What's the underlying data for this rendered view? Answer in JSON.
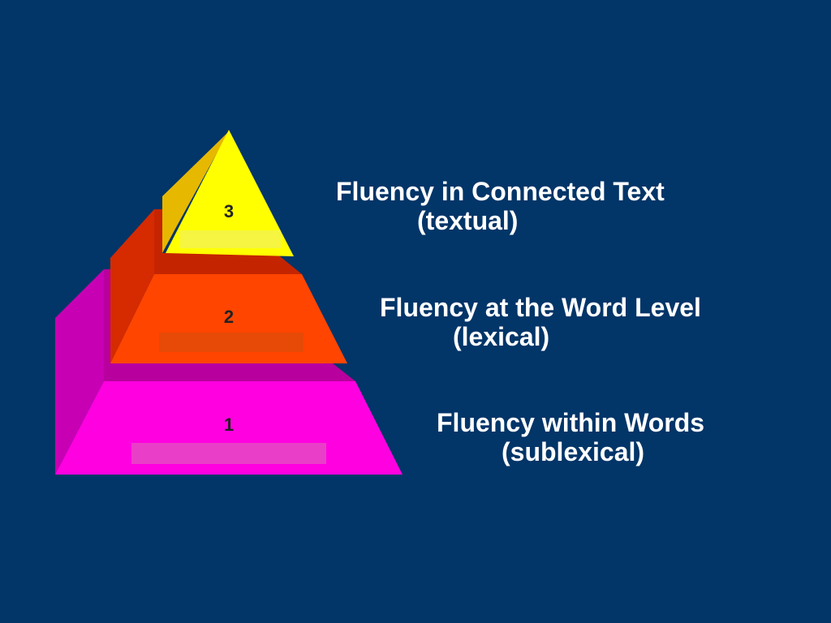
{
  "pyramid": {
    "tiers": [
      {
        "number": "3",
        "color": "#ffff00",
        "side_color": "#e6b800"
      },
      {
        "number": "2",
        "color": "#ff4500",
        "side_color": "#d62a00"
      },
      {
        "number": "1",
        "color": "#ff00e0",
        "side_color": "#c800b4"
      }
    ]
  },
  "levels": [
    {
      "title": "Fluency in Connected Text",
      "subtitle": "(textual)"
    },
    {
      "title": "Fluency at the Word Level",
      "subtitle": "(lexical)"
    },
    {
      "title": "Fluency within Words",
      "subtitle": "(sublexical)"
    }
  ],
  "colors": {
    "background": "#023568",
    "text": "#ffffff"
  }
}
